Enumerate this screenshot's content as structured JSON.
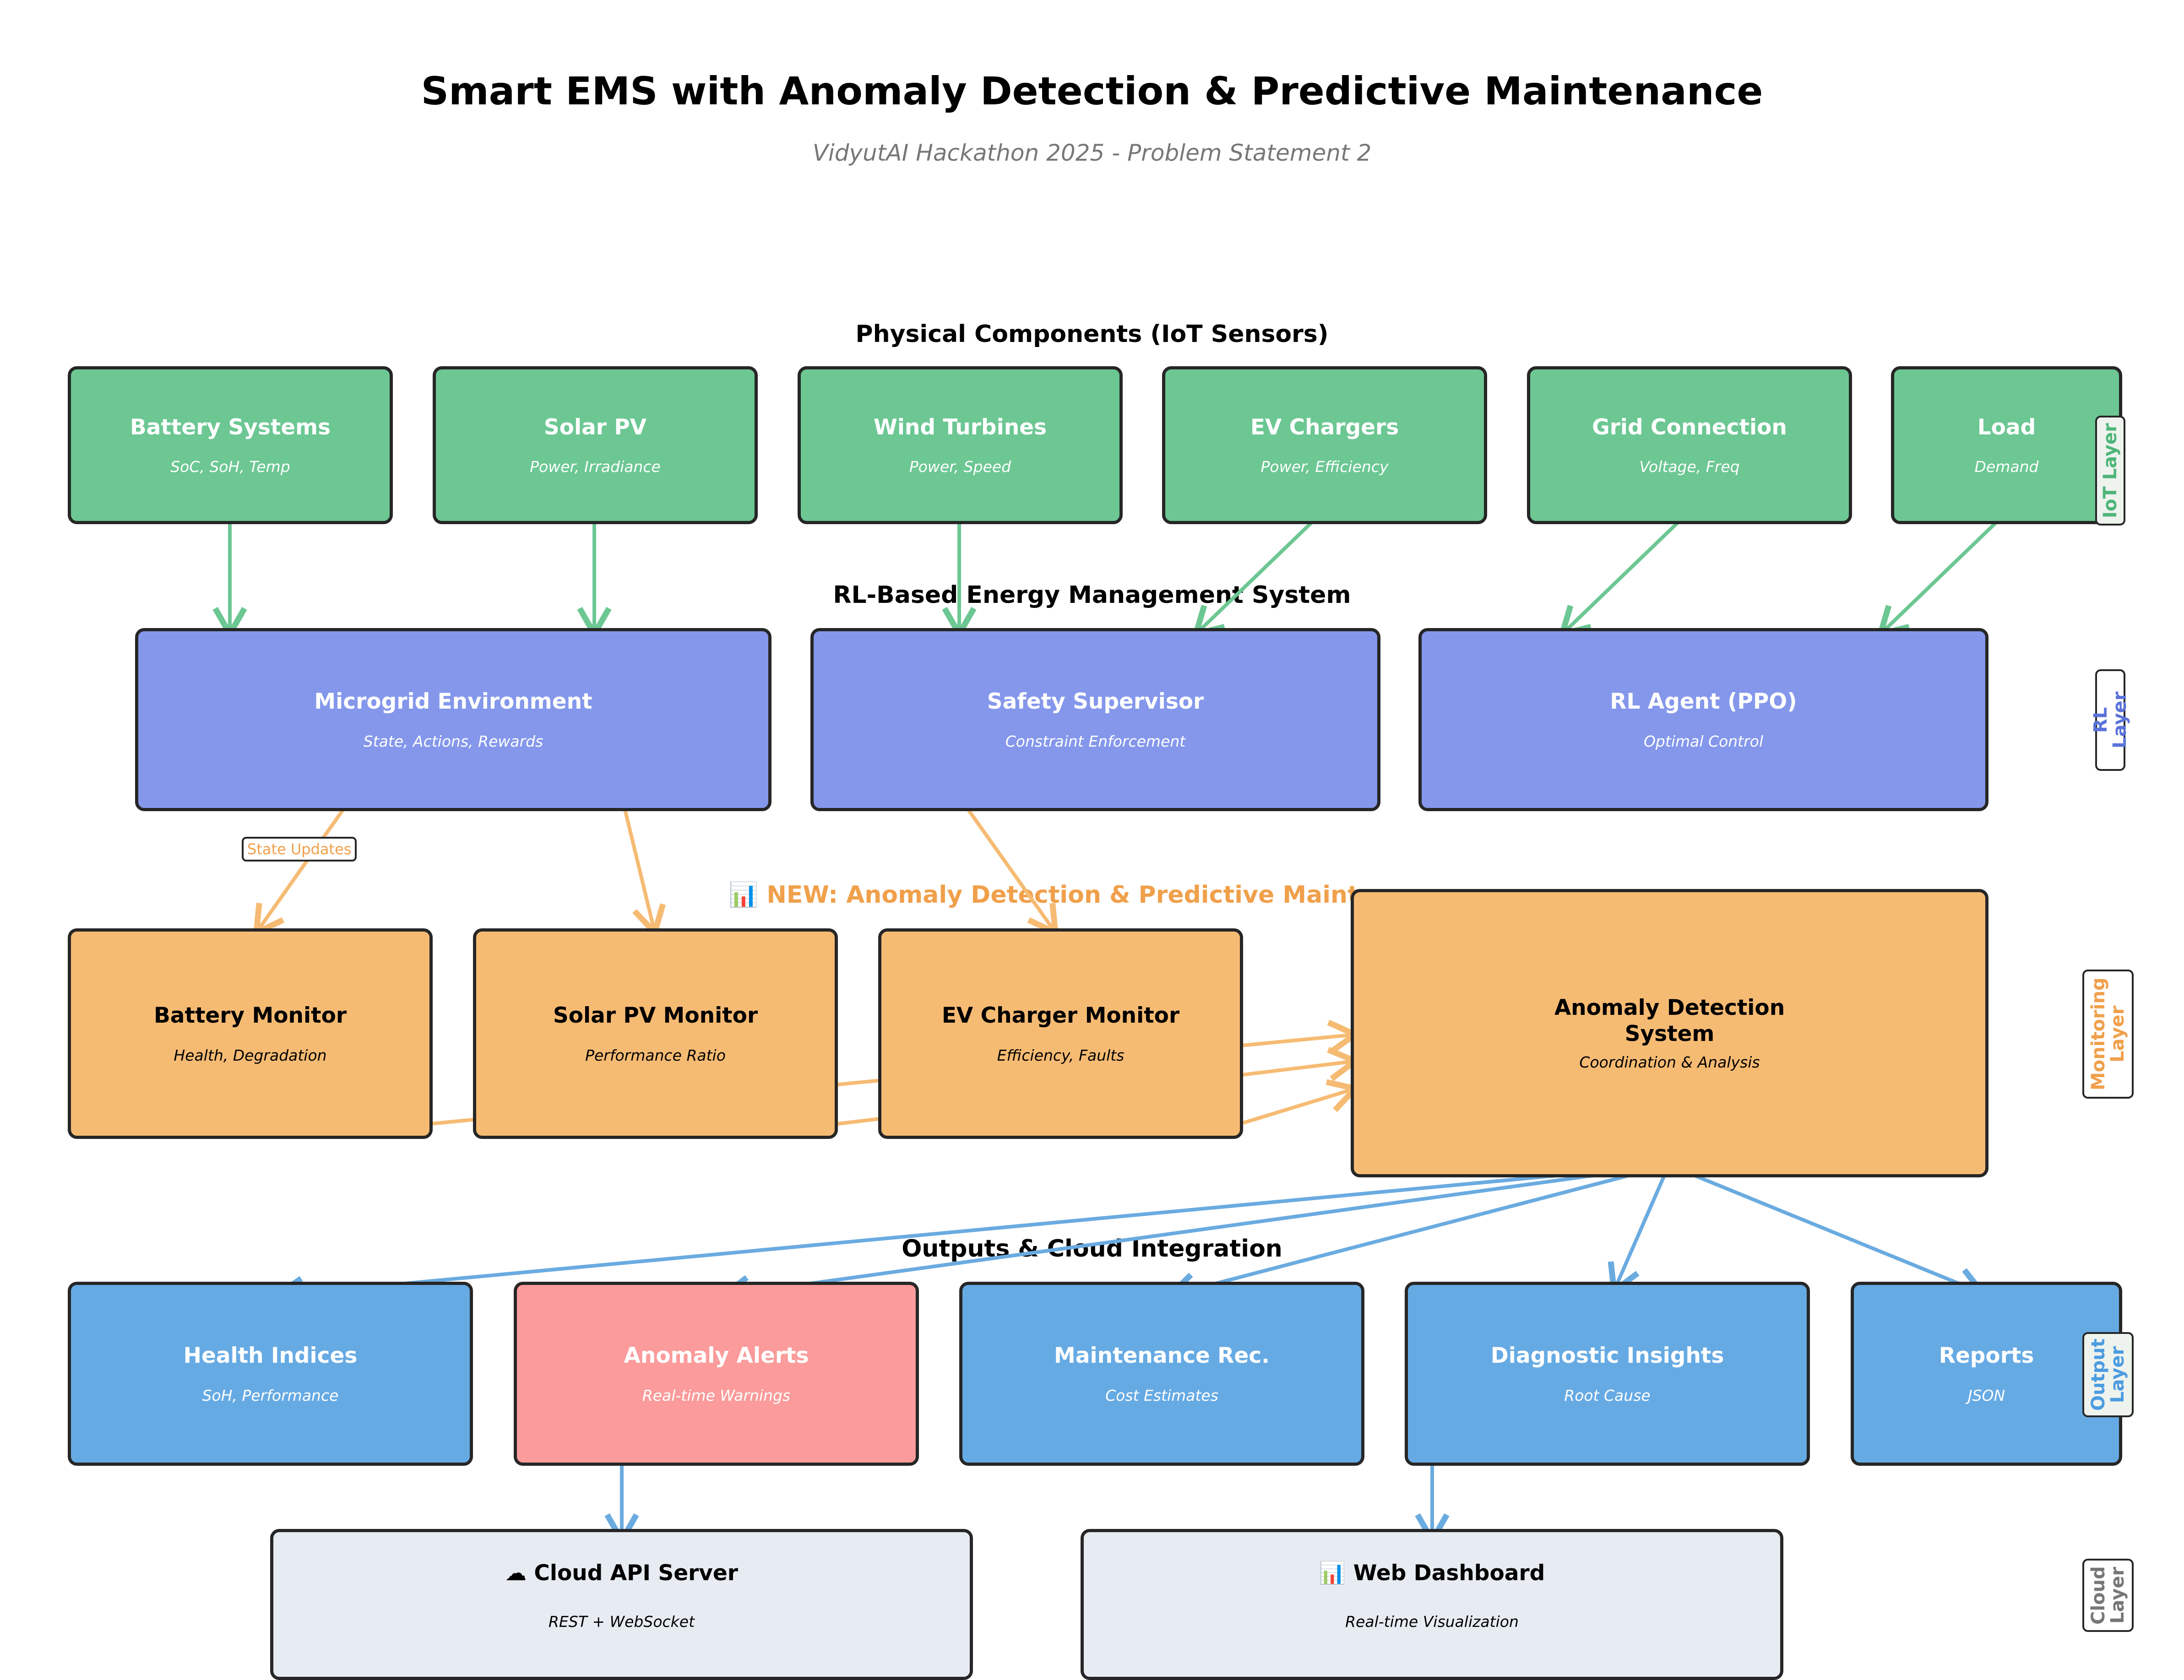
{
  "header": {
    "title": "Smart EMS with Anomaly Detection & Predictive Maintenance",
    "subtitle": "VidyutAI Hackathon 2025 - Problem Statement 2"
  },
  "sections": {
    "iot": "Physical Components (IoT Sensors)",
    "rl": "RL-Based Energy Management System",
    "monitoring": "📊 NEW: Anomaly Detection & Predictive Maintenance",
    "outputs": "Outputs & Cloud Integration"
  },
  "iot_nodes": [
    {
      "title": "Battery Systems",
      "subtitle": "SoC, SoH, Temp"
    },
    {
      "title": "Solar PV",
      "subtitle": "Power, Irradiance"
    },
    {
      "title": "Wind Turbines",
      "subtitle": "Power, Speed"
    },
    {
      "title": "EV Chargers",
      "subtitle": "Power, Efficiency"
    },
    {
      "title": "Grid Connection",
      "subtitle": "Voltage, Freq"
    },
    {
      "title": "Load",
      "subtitle": "Demand"
    }
  ],
  "rl_nodes": [
    {
      "title": "Microgrid Environment",
      "subtitle": "State, Actions, Rewards"
    },
    {
      "title": "Safety Supervisor",
      "subtitle": "Constraint Enforcement"
    },
    {
      "title": "RL Agent (PPO)",
      "subtitle": "Optimal Control"
    }
  ],
  "monitor_nodes": [
    {
      "title": "Battery Monitor",
      "subtitle": "Health, Degradation"
    },
    {
      "title": "Solar PV Monitor",
      "subtitle": "Performance Ratio"
    },
    {
      "title": "EV Charger Monitor",
      "subtitle": "Efficiency, Faults"
    },
    {
      "title": "Anomaly Detection\nSystem",
      "subtitle": "Coordination & Analysis"
    }
  ],
  "edge_label": "State Updates",
  "output_nodes": [
    {
      "title": "Health Indices",
      "subtitle": "SoH, Performance"
    },
    {
      "title": "Anomaly Alerts",
      "subtitle": "Real-time Warnings"
    },
    {
      "title": "Maintenance Rec.",
      "subtitle": "Cost Estimates"
    },
    {
      "title": "Diagnostic Insights",
      "subtitle": "Root Cause"
    },
    {
      "title": "Reports",
      "subtitle": "JSON"
    }
  ],
  "cloud_nodes": [
    {
      "title": "☁ Cloud API Server",
      "subtitle": "REST + WebSocket"
    },
    {
      "title": "📊 Web Dashboard",
      "subtitle": "Real-time Visualization"
    }
  ],
  "layers": {
    "iot": "IoT Layer",
    "rl": "RL Layer",
    "monitoring": "Monitoring\nLayer",
    "output": "Output\nLayer",
    "cloud": "Cloud\nLayer"
  },
  "colors": {
    "iot": "#6cc793",
    "rl": "#8497eb",
    "monitoring": "#f6bb73",
    "output": "#66aae4",
    "alert": "#fb9b9b",
    "cloud": "#e7ebf2",
    "iot_arrow": "#6cc793",
    "rl_arrow": "#f6bb73",
    "output_arrow": "#6aabe0",
    "section_new": "#f0a04b",
    "layer_iot": "#4fb57a",
    "layer_rl": "#5b73d9",
    "layer_monitoring": "#f0a04b",
    "layer_output": "#4c9ce0",
    "layer_cloud": "#777777"
  }
}
